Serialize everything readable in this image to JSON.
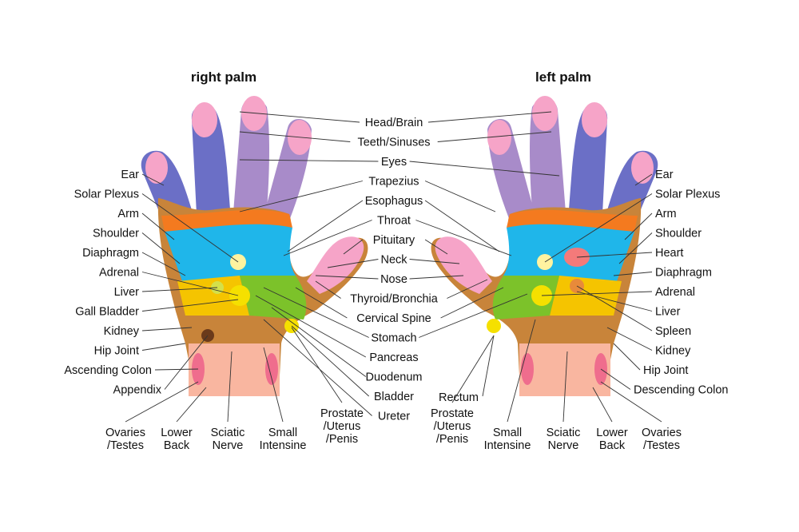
{
  "titles": {
    "right": "right palm",
    "left": "left palm"
  },
  "labels": {
    "center": [
      "Head/Brain",
      "Teeth/Sinuses",
      "Eyes",
      "Trapezius",
      "Esophagus",
      "Throat",
      "Pituitary",
      "Neck",
      "Nose",
      "Thyroid/Bronchia",
      "Cervical Spine",
      "Stomach",
      "Pancreas",
      "Duodenum",
      "Bladder",
      "Ureter"
    ],
    "right_side": [
      "Ear",
      "Solar Plexus",
      "Arm",
      "Shoulder",
      "Diaphragm",
      "Adrenal",
      "Liver",
      "Gall Bladder",
      "Kidney",
      "Hip Joint",
      "Ascending Colon",
      "Appendix"
    ],
    "left_side": [
      "Ear",
      "Solar Plexus",
      "Arm",
      "Shoulder",
      "Heart",
      "Diaphragm",
      "Adrenal",
      "Liver",
      "Spleen",
      "Kidney",
      "Hip Joint",
      "Descending Colon"
    ],
    "rectum": "Rectum",
    "right_bottom": [
      [
        "Ovaries",
        "/Testes"
      ],
      [
        "Lower",
        "Back"
      ],
      [
        "Sciatic",
        "Nerve"
      ],
      [
        "Small",
        "Intensine"
      ],
      [
        "Prostate",
        "/Uterus",
        "/Penis"
      ]
    ],
    "left_bottom": [
      [
        "Prostate",
        "/Uterus",
        "/Penis"
      ],
      [
        "Small",
        "Intensine"
      ],
      [
        "Sciatic",
        "Nerve"
      ],
      [
        "Lower",
        "Back"
      ],
      [
        "Ovaries",
        "/Testes"
      ]
    ]
  },
  "colors": {
    "outline": "#2b2f8c",
    "fingertip": "#f6a4c8",
    "finger_violet": "#a88bc9",
    "finger_blue": "#6b6fc6",
    "orange_band": "#f47a1f",
    "cyan": "#1fb6ea",
    "green": "#7cc22a",
    "yellow": "#f5c400",
    "brown": "#c8843a",
    "wrist": "#f9b6a0",
    "wrist_spot": "#ef6d8d"
  }
}
